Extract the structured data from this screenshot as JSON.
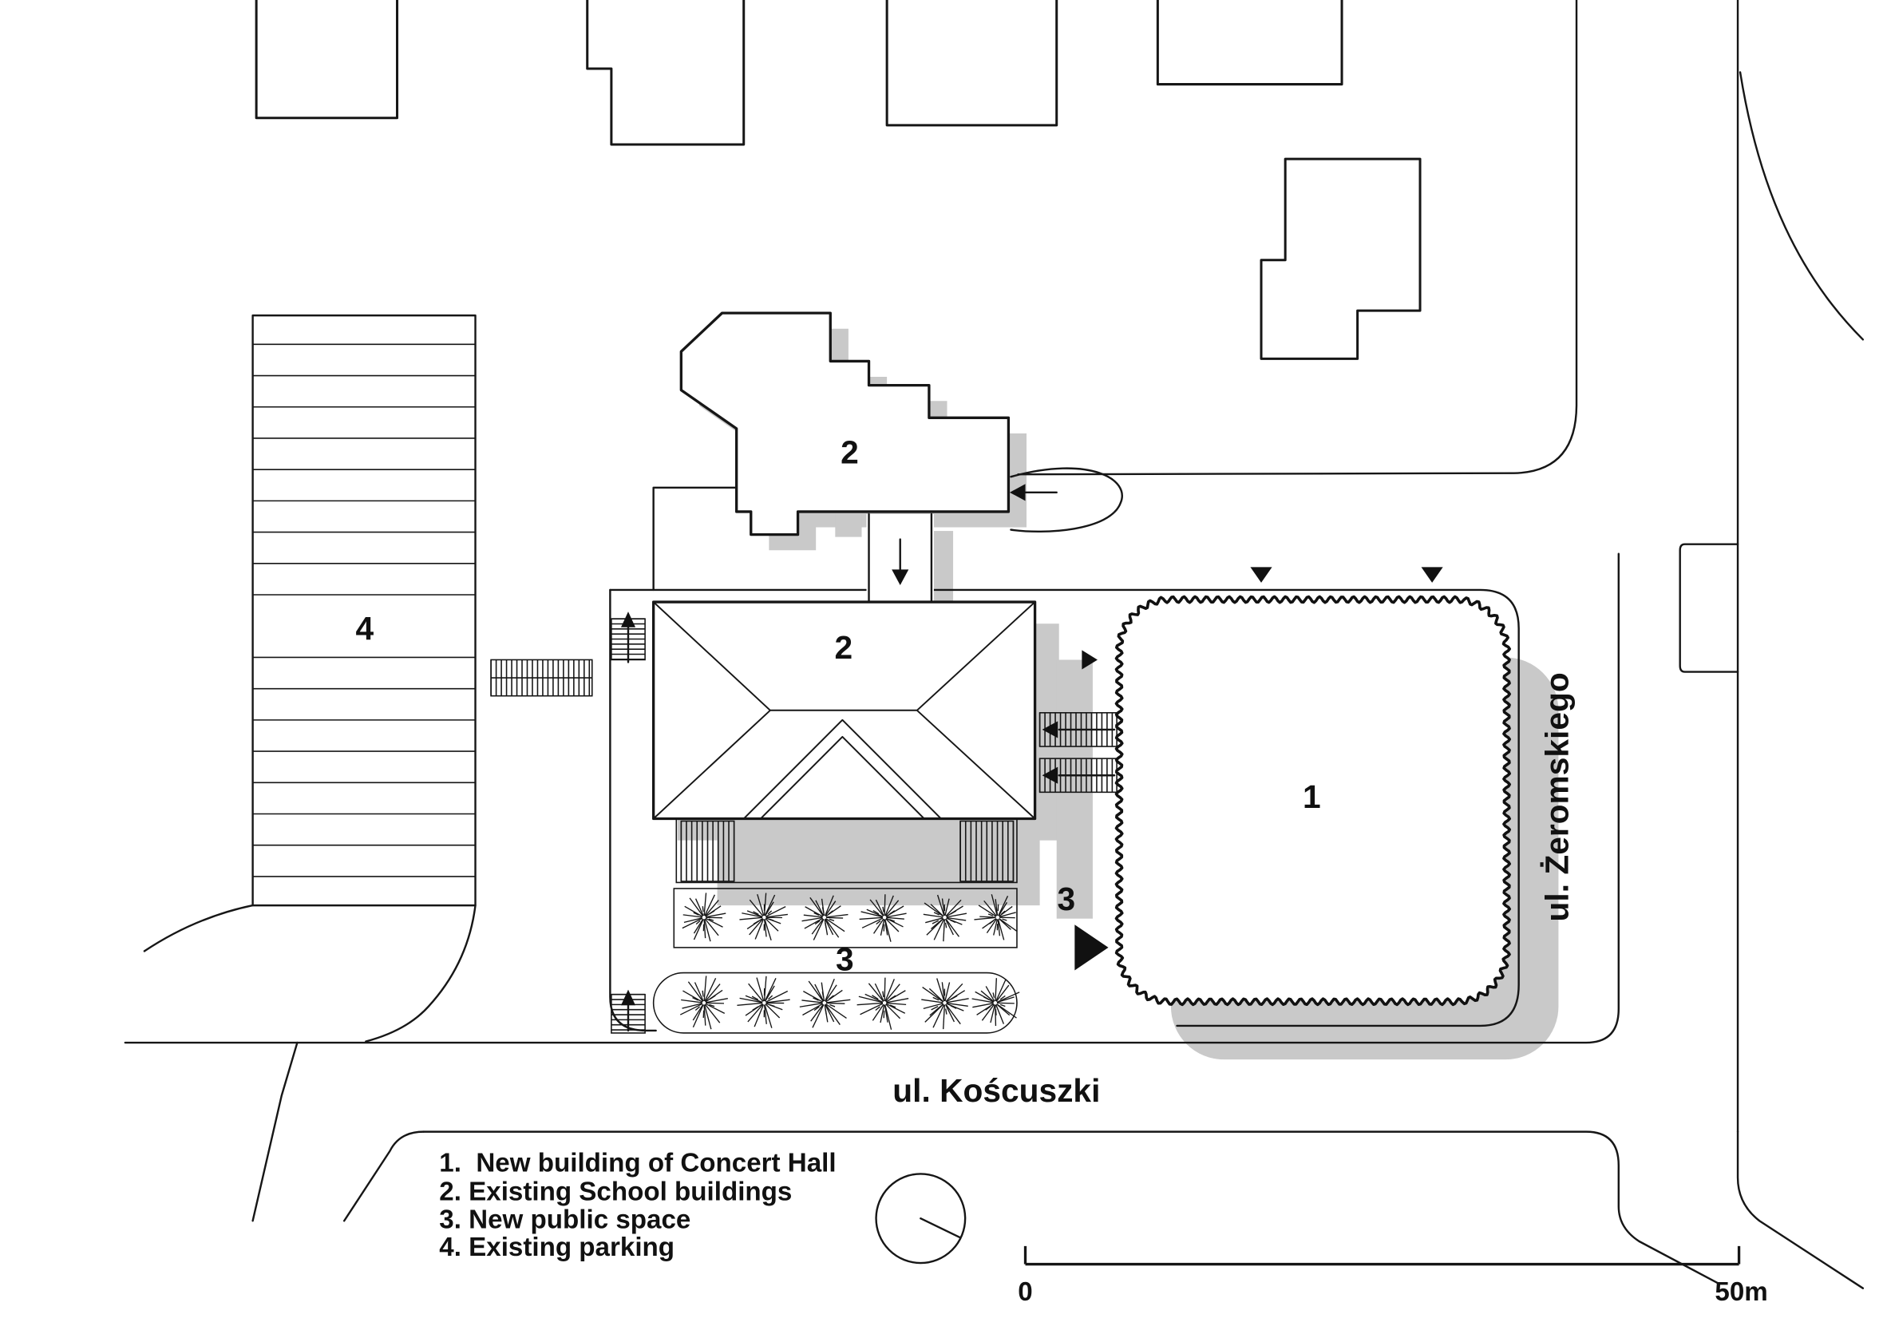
{
  "plan": {
    "building_numbers": {
      "concert_hall": "1",
      "school_upper": "2",
      "school_lower": "2",
      "public_space_east": "3",
      "public_space_south": "3",
      "parking": "4"
    },
    "streets": {
      "south": "ul. Koścuszki",
      "east": "ul. Żeromskiego"
    }
  },
  "legend": {
    "items": [
      "1.  New building of Concert Hall",
      "2. Existing School buildings",
      "3. New public space",
      "4. Existing parking"
    ]
  },
  "scale_bar": {
    "start": "0",
    "end": "50m"
  },
  "colors": {
    "line": "#161616",
    "shadow": "#c9c9c9",
    "background": "#ffffff"
  }
}
